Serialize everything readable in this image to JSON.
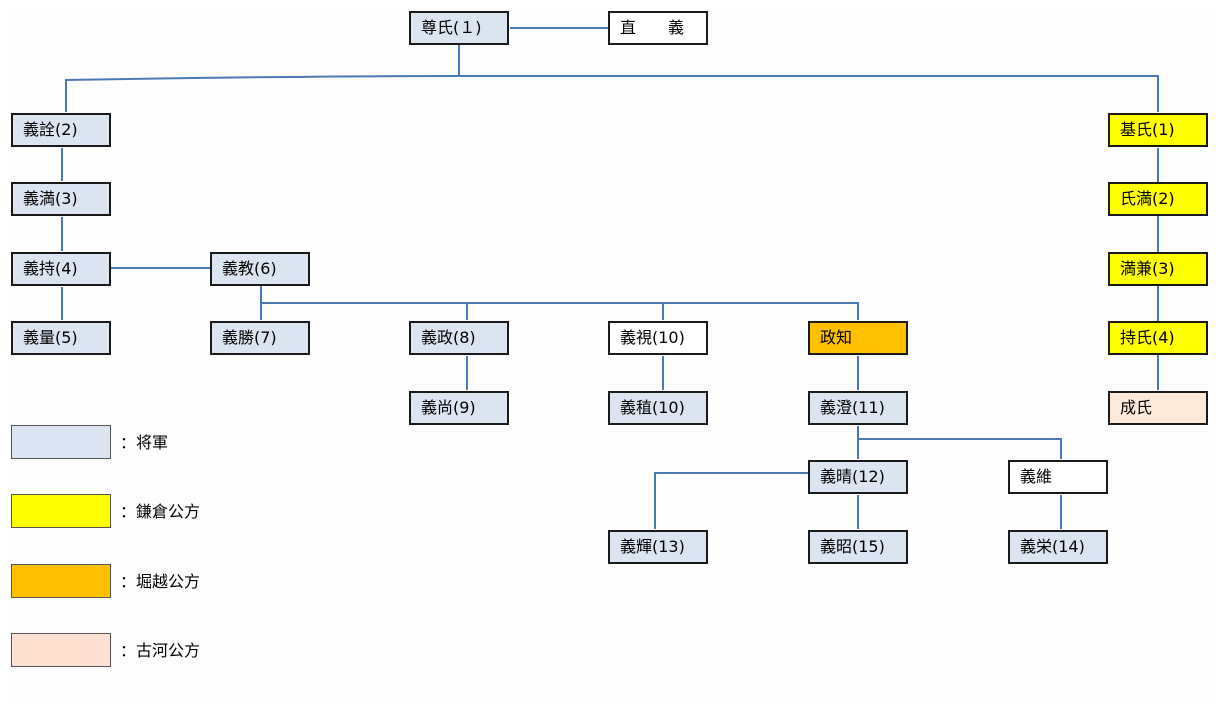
{
  "nodes": {
    "takauji": "尊氏(１)",
    "tadayoshi": "直　　義",
    "yoshiakira": "義詮(2)",
    "yoshimitsu": "義満(3)",
    "yoshimochi": "義持(4)",
    "yoshikazu": "義量(5)",
    "yoshinori": "義教(6)",
    "yoshikatsu": "義勝(7)",
    "yoshimasa": "義政(8)",
    "yoshihisa": "義尚(9)",
    "yoshimi": "義視(10)",
    "yoshitane": "義稙(10)",
    "masatomo": "政知",
    "yoshizumi": "義澄(11)",
    "yoshiharu": "義晴(12)",
    "yoshitsuna": "義維",
    "yoshiteru": "義輝(13)",
    "yoshiaki": "義昭(15)",
    "yoshihide": "義栄(14)",
    "motouji": "基氏(1)",
    "ujimitsu": "氏満(2)",
    "mitsukane": "満兼(3)",
    "mochiuji": "持氏(4)",
    "shigeuji": "成氏"
  },
  "legend": [
    {
      "label": "：将軍",
      "color": "#dbe5f1"
    },
    {
      "label": "：鎌倉公方",
      "color": "#ffff00"
    },
    {
      "label": "：堀越公方",
      "color": "#ffc000"
    },
    {
      "label": "：古河公方",
      "color": "#fde9d9"
    }
  ],
  "colors": {
    "line": "#4a7ab5",
    "shogun": "#dbe5f1",
    "kamakura": "#ffff00",
    "horigoe": "#ffc000",
    "koga": "#fde9d9"
  }
}
